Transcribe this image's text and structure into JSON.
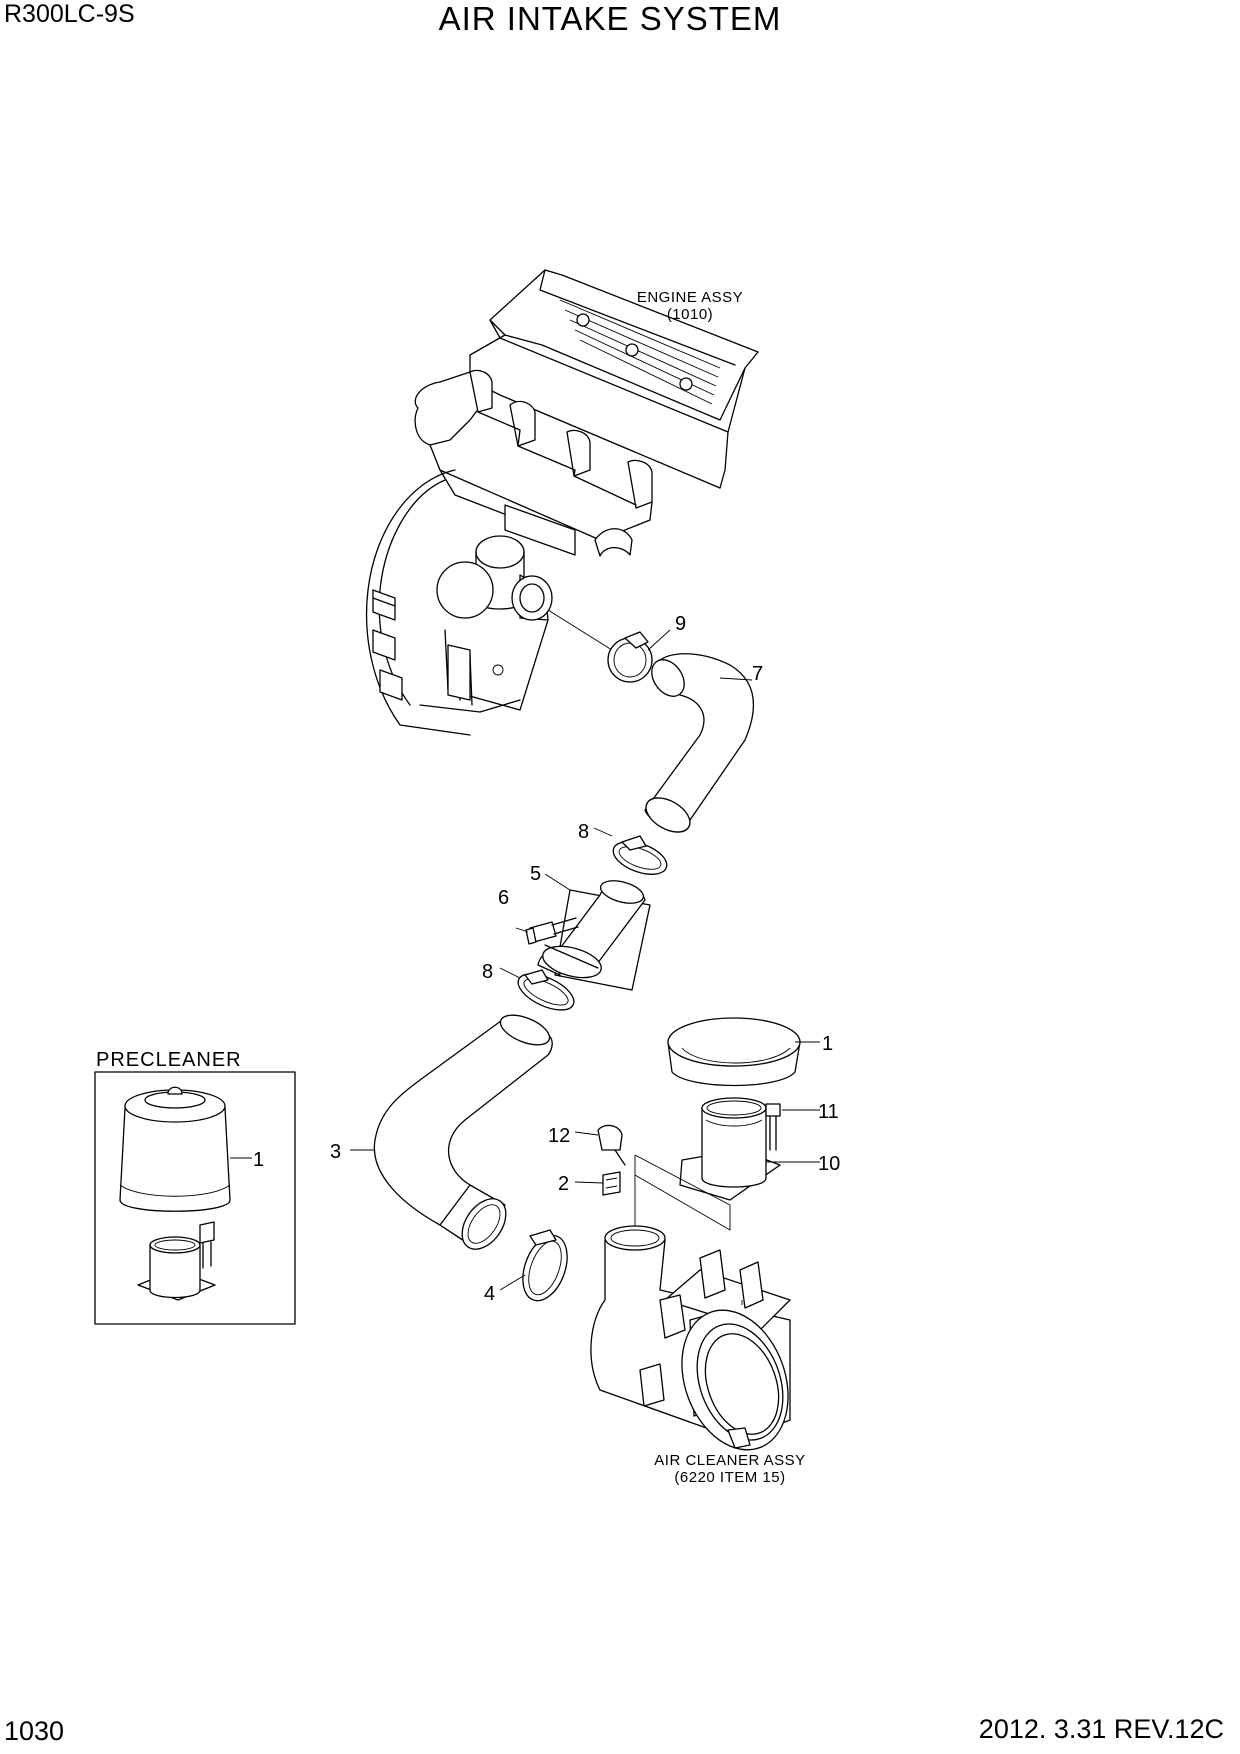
{
  "header": {
    "model": "R300LC-9S",
    "title": "AIR INTAKE SYSTEM"
  },
  "footer": {
    "page_number": "1030",
    "revision": "2012. 3.31  REV.12C"
  },
  "notes": {
    "engine_name": "ENGINE ASSY",
    "engine_ref": "(1010)",
    "cleaner_name": "AIR CLEANER ASSY",
    "cleaner_ref": "(6220 ITEM 15)",
    "precleaner": "PRECLEANER"
  },
  "callouts": {
    "c1_top": "1",
    "c1_pre": "1",
    "c2": "2",
    "c3": "3",
    "c4": "4",
    "c5": "5",
    "c6": "6",
    "c7": "7",
    "c8_upper": "8",
    "c8_lower": "8",
    "c9": "9",
    "c10": "10",
    "c11": "11",
    "c12": "12"
  }
}
